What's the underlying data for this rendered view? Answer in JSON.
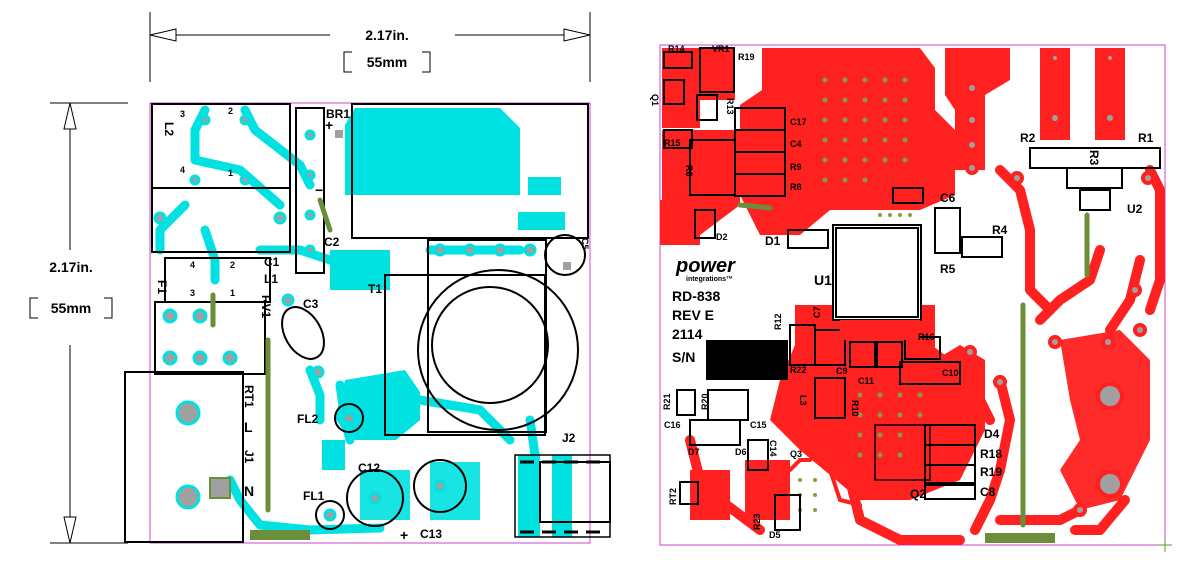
{
  "colors": {
    "top_copper": "#00e1e1",
    "bottom_copper": "#ff2020",
    "outline": "#000000",
    "board_edge": "#cc44cc",
    "silk_green": "#6b8e3a",
    "pad_gray": "#a0a0a0",
    "via_olive": "#8c9a40"
  },
  "dimensions": {
    "width_in": "2.17in.",
    "width_mm": "55mm",
    "height_in": "2.17in.",
    "height_mm": "55mm"
  },
  "top_layer": {
    "refdes": {
      "BR1": "BR1",
      "C2": "C2",
      "C1": "C1",
      "L1": "L1",
      "L2": "L2",
      "F1": "F1",
      "RV1": "RV1",
      "C3": "C3",
      "T1": "T1",
      "RT1": "RT1",
      "J1": "J1",
      "FL2": "FL2",
      "FL1": "FL1",
      "C12": "C12",
      "C13": "C13",
      "J2": "J2",
      "C5": "C5",
      "L": "L",
      "N": "N"
    },
    "pin_numbers": {
      "p3": "3",
      "p2": "2",
      "p4": "4",
      "p1": "1",
      "q4": "4",
      "q2": "2",
      "q3": "3",
      "q1": "1"
    },
    "polarity": {
      "plus_br": "+",
      "minus_br": "−",
      "plus_c13": "+"
    }
  },
  "bottom_layer": {
    "refdes": {
      "R14": "R14",
      "VR1": "VR1",
      "R19": "R19",
      "Q1": "Q1",
      "R13": "R13",
      "R15": "R15",
      "R6": "R6",
      "C17": "C17",
      "C4": "C4",
      "R9": "R9",
      "R8": "R8",
      "D2": "D2",
      "D1": "D1",
      "C6": "C6",
      "R5": "R5",
      "R4": "R4",
      "R2": "R2",
      "R3": "R3",
      "R1": "R1",
      "U2": "U2",
      "U1": "U1",
      "R12": "R12",
      "C7": "C7",
      "R16": "R16",
      "R22": "R22",
      "C9": "C9",
      "C10": "C10",
      "C11": "C11",
      "R10": "R10",
      "L3": "L3",
      "R21": "R21",
      "R20": "R20",
      "C16": "C16",
      "C15": "C15",
      "D7": "D7",
      "D6": "D6",
      "C14": "C14",
      "Q3": "Q3",
      "RT2": "RT2",
      "R23": "R23",
      "D5": "D5",
      "D4": "D4",
      "R18": "R18",
      "R19b": "R19",
      "C8": "C8",
      "Q2": "Q2"
    },
    "logo_word": "power",
    "logo_sub": "integrations™",
    "board_id": "RD-838",
    "revision": "REV E",
    "datecode": "2114",
    "serial_label": "S/N"
  }
}
